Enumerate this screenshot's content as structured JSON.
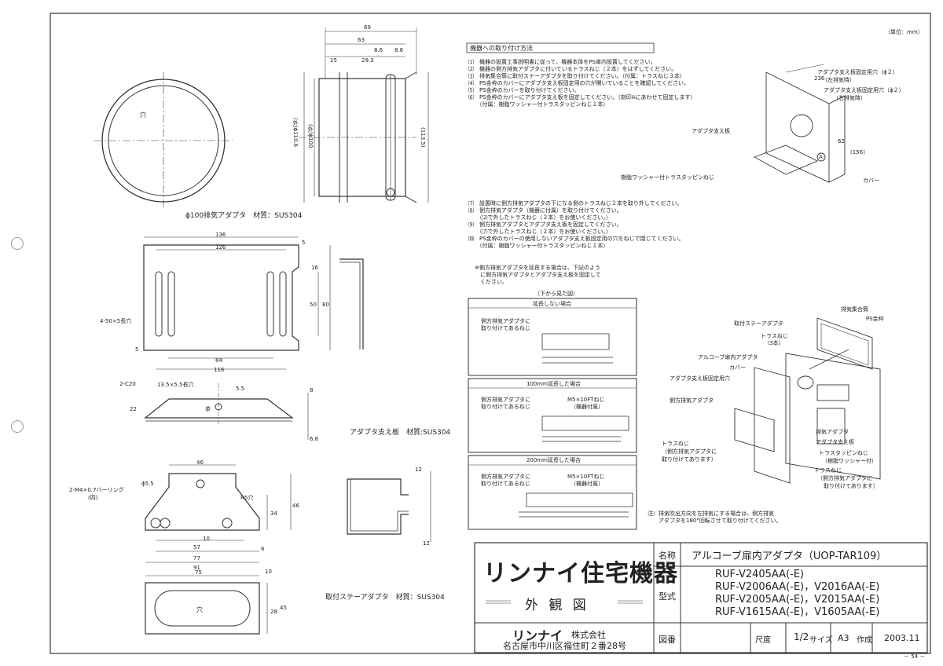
{
  "sheet": {
    "unit": "（単位：mm）",
    "page_number": "－ 54 －"
  },
  "drawings": {
    "adapter": {
      "caption": "ϕ100排気アダプタ　材質：SUS304",
      "hole_label": "穴",
      "dims": [
        "69",
        "63",
        "8.6",
        "8.6",
        "15",
        "29.3",
        "(外)ϕ110.6",
        "(外)ϕ100",
        "(113.5)"
      ]
    },
    "support_plate": {
      "caption": "アダプタ支え板　材質:SUS304",
      "dims": [
        "136",
        "126",
        "5",
        "16",
        "50",
        "80",
        "4-50×5長穴",
        "5",
        "84",
        "116",
        "13.5×5.5長穴",
        "5.5",
        "8",
        "2-C20",
        "22",
        "6.8",
        "茶"
      ]
    },
    "stay": {
      "caption": "取付ステーアダプタ　材質：SUS304",
      "hole_label": "穴",
      "dims": [
        "46",
        "2-M4×0.7バーリング",
        "(四)",
        "ϕ5.5",
        "R5穴",
        "34",
        "46",
        "10",
        "57",
        "77",
        "91",
        "6",
        "75",
        "10",
        "28",
        "45",
        "12",
        "12"
      ]
    }
  },
  "instructions": {
    "title": "機器への取り付け方法",
    "steps_a": [
      "⑴　機器の設置工事説明書に従って、機器本体をPS扉内設置してください。",
      "⑵　機器の側方排気アダプタに付いているトラスねじ（２本）をはずしてください。",
      "⑶　排気集合筒に取付ステーアダプタを取り付けてください。（付属：トラスねじ３本）",
      "⑷　PS金枠のカバーにアダプタ支え板固定用の穴が開いていることを確認してください。",
      "⑸　PS金枠のカバーを取り付けてください。",
      "⑹　PS金枠のカバーにアダプタ支え板を固定してください。（刻印Aにあわせて固定します）",
      "　　（付属：樹脂ワッシャー付トラスタッピンねじ１本）"
    ],
    "steps_b": [
      "⑺　設置時に側方排気アダプタの下になる側のトラスねじ２本を取り外してください。",
      "⑻　側方排気アダプタ（機器に付属）を取り付けてください。",
      "　　（⑵で外したトラスねじ（２本）をお使いください。）",
      "⑼　側方排気アダプタとアダプタ支え板を固定してください。",
      "　　（⑺で外したトラスねじ（２本）をお使いください。）",
      "⑽　PS金枠のカバーの使用しないアダプタ支え板固定用の穴をねじで閉じてください。",
      "　　（付属：樹脂ワッシャー付トラスタッピンねじ１本）"
    ],
    "note_extension": [
      "※側方排気アダプタを延長する場合は、下記のよう",
      "　に側方排気アダプタとアダプタ支え板を固定して",
      "　ください。"
    ],
    "view_from_below": "（下から見た図）",
    "panels": [
      {
        "title": "延長しない場合",
        "labels": [
          "側方排気アダプタに",
          "取り付けてあるねじ"
        ]
      },
      {
        "title": "100mm延長した場合",
        "labels": [
          "側方排気アダプタに",
          "取り付けてあるねじ",
          "M5×10FTねじ",
          "（機器付属）"
        ]
      },
      {
        "title": "200mm延長した場合",
        "labels": [
          "側方排気アダプタに",
          "取り付けてあるねじ",
          "M5×10FTねじ",
          "（機器付属）"
        ]
      }
    ],
    "note_bottom": [
      "注）排気吹出方向を左排気にする場合は、側方排気",
      "　　アダプタを180°回転させて取り付けてください。"
    ]
  },
  "iso_top": {
    "labels": [
      "236",
      "アダプタ支え板固定用穴（ϕ２）",
      "（左排気時）",
      "アダプタ支え板固定用穴（ϕ２）",
      "（右排気時）",
      "アダプタ支え板",
      "樹脂ワッシャー付トラスタッピンねじ",
      "62",
      "(156)",
      "カバー",
      "A"
    ]
  },
  "iso_bottom": {
    "labels": [
      "排気集合筒",
      "PS金枠",
      "取付ステーアダプタ",
      "トラスねじ",
      "（3本）",
      "アルコーブ扉内アダプタ",
      "カバー",
      "アダプタ支え板固定用穴",
      "側方排気アダプタ",
      "排気アダプタ",
      "アダプタ支え板",
      "トラスねじ",
      "（側方排気アダプタに",
      "取り付けてあります）",
      "トラスタッピンねじ",
      "（樹脂ワッシャー付）",
      "トラスねじ",
      "（側方排気アダプタに",
      "取り付けてあります）"
    ]
  },
  "title_block": {
    "logo": "リンナイ住宅機器",
    "drawing_type": "外 観 図",
    "company_logo": "リンナイ",
    "company_suffix": "株式会社",
    "address": "名古屋市中川区福住町２番28号",
    "name_label": "名称",
    "name_value": "アルコーブ扉内アダプタ（UOP-TAR109）",
    "model_label": "型式",
    "models": [
      "RUF-V2405AA(-E)",
      "RUF-V2006AA(-E)，V2016AA(-E)",
      "RUF-V2005AA(-E)，V2015AA(-E)",
      "RUF-V1615AA(-E)，V1605AA(-E)"
    ],
    "drawing_no_label": "図番",
    "scale_label": "尺度",
    "scale_value": "1/2",
    "size_label": "サイズ",
    "size_value": "A3",
    "date_label": "作成",
    "date_value": "2003.11"
  }
}
